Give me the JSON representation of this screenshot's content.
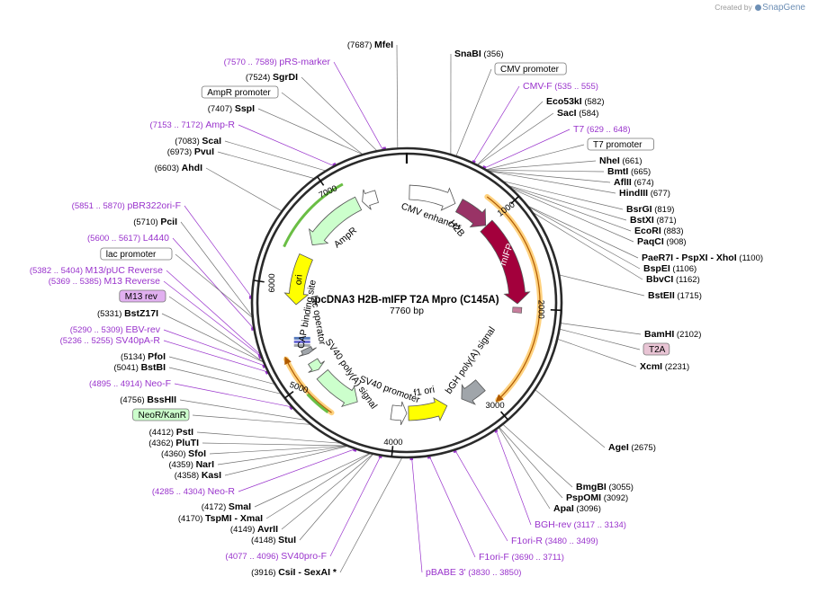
{
  "credit": {
    "prefix": "Created by",
    "brand": "SnapGene"
  },
  "plasmid": {
    "name": "pcDNA3 H2B-mIFP T2A Mpro (C145A)",
    "size": "7760 bp",
    "total_bp": 7760
  },
  "ticks": [
    {
      "label": "1000",
      "bp": 1000
    },
    {
      "label": "2000",
      "bp": 2000
    },
    {
      "label": "3000",
      "bp": 3000
    },
    {
      "label": "4000",
      "bp": 4000
    },
    {
      "label": "5000",
      "bp": 5000
    },
    {
      "label": "6000",
      "bp": 6000
    },
    {
      "label": "7000",
      "bp": 7000
    }
  ],
  "features": [
    {
      "name": "CMV enhancer",
      "color": "#ffffff"
    },
    {
      "name": "H2B",
      "color": "#993366"
    },
    {
      "name": "mIFP",
      "color": "#a3003c"
    },
    {
      "name": "bGH poly(A) signal",
      "color": "#a0a5aa"
    },
    {
      "name": "f1 ori",
      "color": "#ffff00"
    },
    {
      "name": "SV40 promoter",
      "color": "#ffffff"
    },
    {
      "name": "SV40 poly(A) signal",
      "color": "#ccffcc"
    },
    {
      "name": "lac operator",
      "color": "#ffffff"
    },
    {
      "name": "CAP binding site",
      "color": "#ffffff"
    },
    {
      "name": "ori",
      "color": "#ffff00"
    },
    {
      "name": "AmpR",
      "color": "#ccffcc"
    }
  ],
  "labels": [
    {
      "pos": "(7687)",
      "name": "MfeI",
      "kind": "site"
    },
    {
      "pos": "(356)",
      "name": "SnaBI",
      "kind": "site"
    },
    {
      "pos": "(7570 .. 7589)",
      "name": "pRS-marker",
      "kind": "primer"
    },
    {
      "pos": "(7524)",
      "name": "SgrDI",
      "kind": "site"
    },
    {
      "name": "CMV promoter",
      "kind": "box"
    },
    {
      "name": "AmpR promoter",
      "kind": "box"
    },
    {
      "name": "CMV-F",
      "pos": "(535 .. 555)",
      "kind": "primer"
    },
    {
      "pos": "(7407)",
      "name": "SspI",
      "kind": "site"
    },
    {
      "name": "Eco53kI",
      "pos": "(582)",
      "kind": "site"
    },
    {
      "name": "SacI",
      "pos": "(584)",
      "kind": "site"
    },
    {
      "pos": "(7153 .. 7172)",
      "name": "Amp-R",
      "kind": "primer"
    },
    {
      "name": "T7",
      "pos": "(629 .. 648)",
      "kind": "primer"
    },
    {
      "pos": "(7083)",
      "name": "ScaI",
      "kind": "site"
    },
    {
      "name": "T7 promoter",
      "kind": "box"
    },
    {
      "pos": "(6973)",
      "name": "PvuI",
      "kind": "site"
    },
    {
      "name": "NheI",
      "pos": "(661)",
      "kind": "site"
    },
    {
      "pos": "(6603)",
      "name": "AhdI",
      "kind": "site"
    },
    {
      "name": "BmtI",
      "pos": "(665)",
      "kind": "site"
    },
    {
      "name": "AflII",
      "pos": "(674)",
      "kind": "site"
    },
    {
      "name": "HindIII",
      "pos": "(677)",
      "kind": "site"
    },
    {
      "pos": "(5851 .. 5870)",
      "name": "pBR322ori-F",
      "kind": "primer"
    },
    {
      "name": "BsrGI",
      "pos": "(819)",
      "kind": "site"
    },
    {
      "pos": "(5710)",
      "name": "PciI",
      "kind": "site"
    },
    {
      "name": "BstXI",
      "pos": "(871)",
      "kind": "site"
    },
    {
      "name": "EcoRI",
      "pos": "(883)",
      "kind": "site"
    },
    {
      "pos": "(5600 .. 5617)",
      "name": "L4440",
      "kind": "primer"
    },
    {
      "name": "PaqCI",
      "pos": "(908)",
      "kind": "site"
    },
    {
      "name": "lac promoter",
      "kind": "box"
    },
    {
      "name": "PaeR7I",
      "sep": "- PspXI",
      "name2": "- XhoI",
      "pos": "(1100)",
      "kind": "site"
    },
    {
      "pos": "(5382 .. 5404)",
      "name": "M13/pUC Reverse",
      "kind": "primer"
    },
    {
      "name": "BspEI",
      "pos": "(1106)",
      "kind": "site"
    },
    {
      "pos": "(5369 .. 5385)",
      "name": "M13 Reverse",
      "kind": "primer"
    },
    {
      "name": "BbvCI",
      "pos": "(1162)",
      "kind": "site"
    },
    {
      "name": "M13 rev",
      "kind": "box",
      "color": "#e1b0f0"
    },
    {
      "name": "BstEII",
      "pos": "(1715)",
      "kind": "site"
    },
    {
      "pos": "(5331)",
      "name": "BstZ17I",
      "kind": "site"
    },
    {
      "pos": "(5290 .. 5309)",
      "name": "EBV-rev",
      "kind": "primer"
    },
    {
      "name": "BamHI",
      "pos": "(2102)",
      "kind": "site"
    },
    {
      "pos": "(5236 .. 5255)",
      "name": "SV40pA-R",
      "kind": "primer"
    },
    {
      "name": "T2A",
      "kind": "box",
      "color": "#e8c4d4"
    },
    {
      "pos": "(5134)",
      "name": "PfoI",
      "kind": "site"
    },
    {
      "name": "XcmI",
      "pos": "(2231)",
      "kind": "site"
    },
    {
      "pos": "(5041)",
      "name": "BstBI",
      "kind": "site"
    },
    {
      "pos": "(4895 .. 4914)",
      "name": "Neo-F",
      "kind": "primer"
    },
    {
      "pos": "(4756)",
      "name": "BssHII",
      "kind": "site"
    },
    {
      "name": "NeoR/KanR",
      "kind": "box",
      "color": "#ccffcc"
    },
    {
      "pos": "(4412)",
      "name": "PstI",
      "kind": "site"
    },
    {
      "name": "AgeI",
      "pos": "(2675)",
      "kind": "site"
    },
    {
      "pos": "(4362)",
      "name": "PluTI",
      "kind": "site"
    },
    {
      "pos": "(4360)",
      "name": "SfoI",
      "kind": "site"
    },
    {
      "pos": "(4359)",
      "name": "NarI",
      "kind": "site"
    },
    {
      "pos": "(4358)",
      "name": "KasI",
      "kind": "site"
    },
    {
      "name": "BmgBI",
      "pos": "(3055)",
      "kind": "site"
    },
    {
      "pos": "(4285 .. 4304)",
      "name": "Neo-R",
      "kind": "primer"
    },
    {
      "name": "PspOMI",
      "pos": "(3092)",
      "kind": "site"
    },
    {
      "name": "ApaI",
      "pos": "(3096)",
      "kind": "site"
    },
    {
      "pos": "(4172)",
      "name": "SmaI",
      "kind": "site"
    },
    {
      "pos": "(4170)",
      "name": "TspMI",
      "name2": "- XmaI",
      "kind": "site"
    },
    {
      "name": "BGH-rev",
      "pos": "(3117 .. 3134)",
      "kind": "primer"
    },
    {
      "pos": "(4149)",
      "name": "AvrII",
      "kind": "site"
    },
    {
      "pos": "(4148)",
      "name": "StuI",
      "kind": "site"
    },
    {
      "name": "F1ori-R",
      "pos": "(3480 .. 3499)",
      "kind": "primer"
    },
    {
      "pos": "(4077 .. 4096)",
      "name": "SV40pro-F",
      "kind": "primer"
    },
    {
      "name": "F1ori-F",
      "pos": "(3690 .. 3711)",
      "kind": "primer"
    },
    {
      "pos": "(3916)",
      "name": "CsiI",
      "name2": "- SexAI *",
      "kind": "site"
    },
    {
      "name": "pBABE 3'",
      "pos": "(3830 .. 3850)",
      "kind": "primer"
    }
  ],
  "colors": {
    "primer": "#9933cc",
    "site": "#000000",
    "orf_glow": "#ffd27f",
    "line": "#707070"
  }
}
